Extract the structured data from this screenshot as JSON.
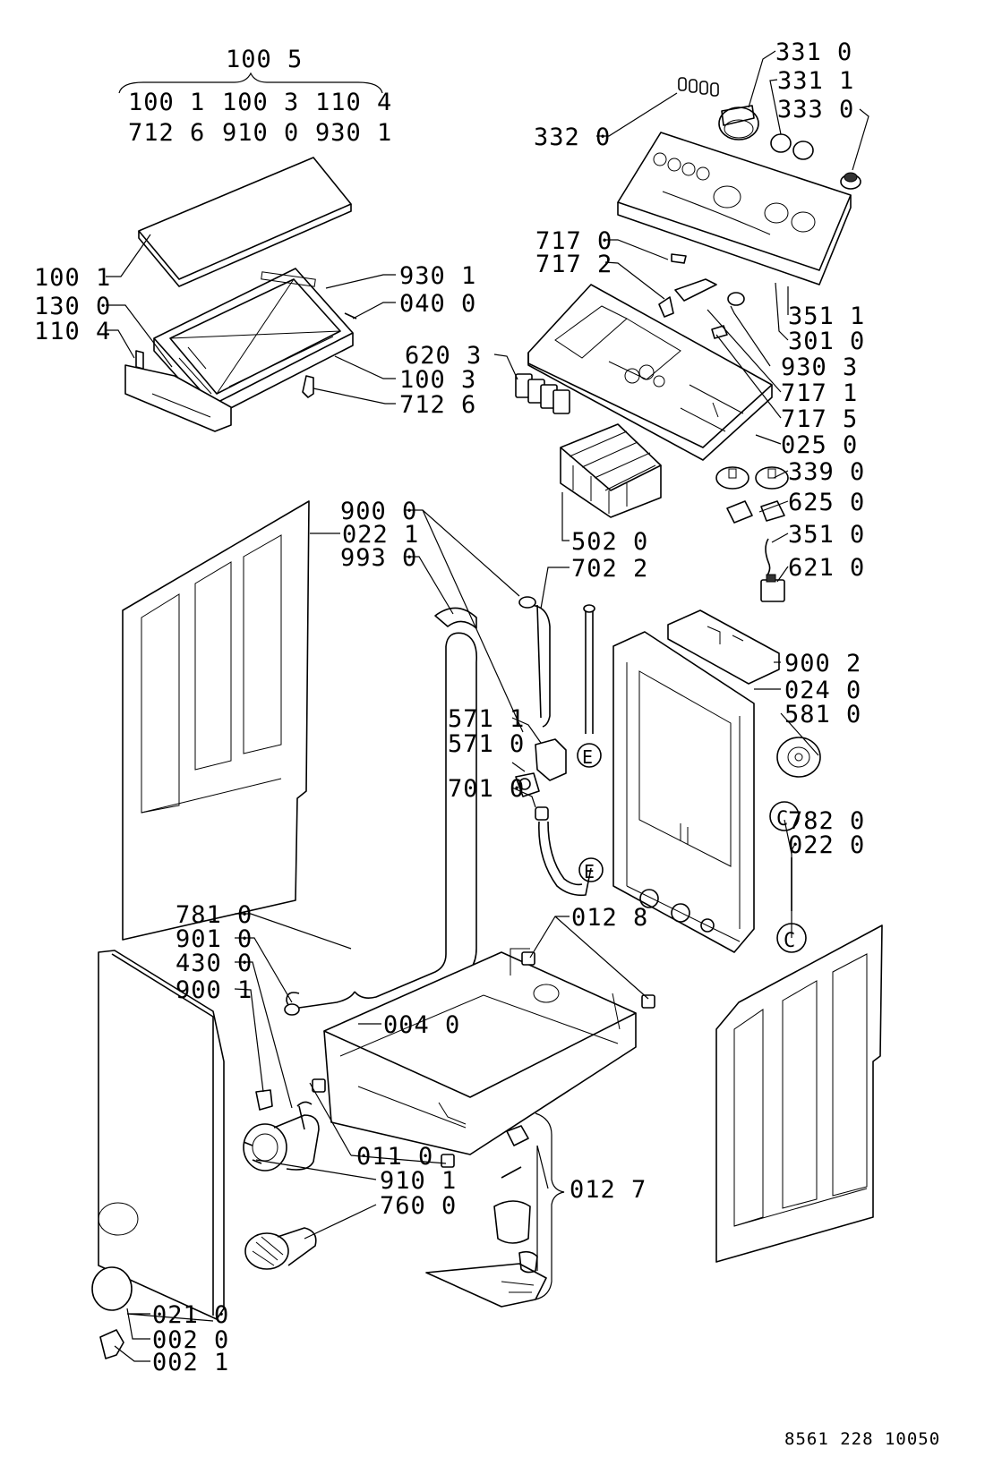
{
  "header": {
    "group_title": "100 5",
    "group_row1": [
      "100 1",
      "100 3",
      "110 4"
    ],
    "group_row2": [
      "712 6",
      "910 0",
      "930 1"
    ]
  },
  "labels": {
    "l331_0": "331 0",
    "l331_1": "331 1",
    "l333_0": "333 0",
    "l332_0": "332 0",
    "l717_0": "717 0",
    "l717_2": "717 2",
    "l351_1": "351 1",
    "l301_0": "301 0",
    "l930_3": "930 3",
    "l717_1": "717 1",
    "l717_5": "717 5",
    "l025_0": "025 0",
    "l339_0": "339 0",
    "l625_0": "625 0",
    "l351_0": "351 0",
    "l621_0": "621 0",
    "l620_3": "620 3",
    "l502_0": "502 0",
    "l100_1": "100 1",
    "l130_0": "130 0",
    "l110_4": "110 4",
    "l930_1": "930 1",
    "l040_0": "040 0",
    "l100_3": "100 3",
    "l712_6": "712 6",
    "l900_0": "900 0",
    "l022_1": "022 1",
    "l993_0": "993 0",
    "l702_2": "702 2",
    "l900_2": "900 2",
    "l024_0": "024 0",
    "l581_0": "581 0",
    "l571_1": "571 1",
    "l571_0": "571 0",
    "l701_0": "701 0",
    "l782_0": "782 0",
    "l022_0": "022 0",
    "l781_0": "781 0",
    "l012_8": "012 8",
    "l901_0": "901 0",
    "l430_0": "430 0",
    "l900_1": "900 1",
    "l004_0": "004 0",
    "l011_0": "011 0",
    "l910_1": "910 1",
    "l760_0": "760 0",
    "l012_7": "012 7",
    "l021_0": "021 0",
    "l002_0": "002 0",
    "l002_1": "002 1"
  },
  "connector_letters": {
    "e1": "E",
    "e2": "E",
    "c1": "C",
    "c2": "C"
  },
  "document_number": "8561 228 10050"
}
